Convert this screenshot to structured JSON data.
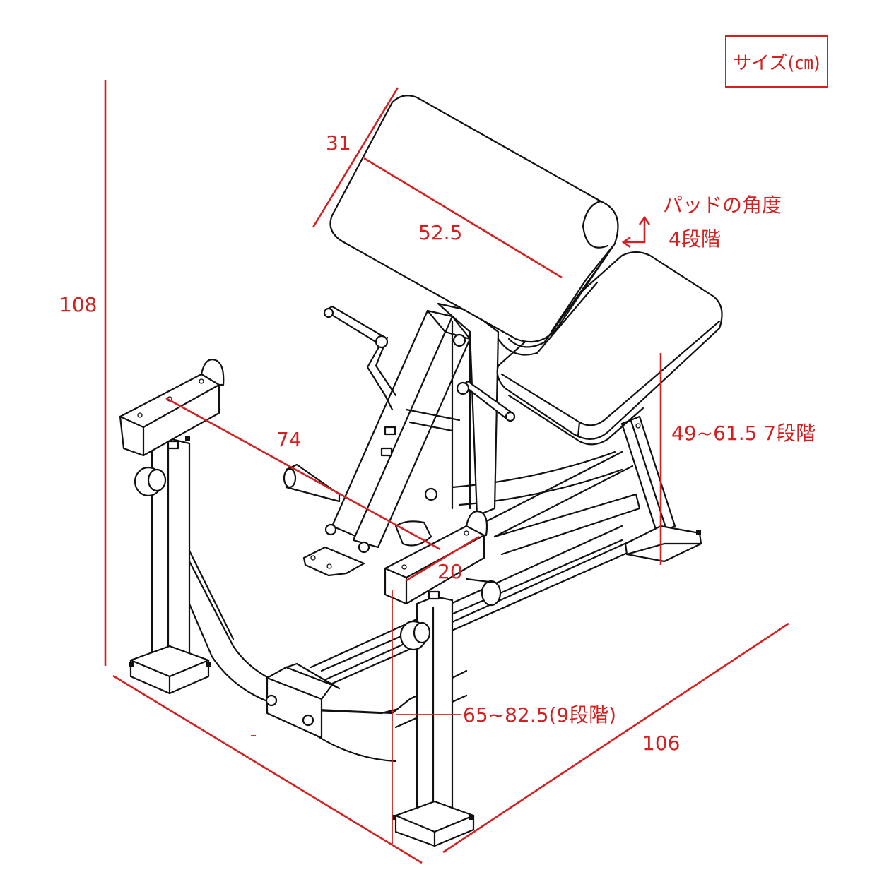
{
  "unit_label": "サイズ(㎝)",
  "dimensions": {
    "pad_width": "31",
    "pad_length": "52.5",
    "total_height": "108",
    "handle_spread": "74",
    "rest_width": "20",
    "seat_height": "49~61.5 7段階",
    "bar_holder_height": "65~82.5(9段階)",
    "depth": "106",
    "pad_angle_line1": "パッドの角度",
    "pad_angle_line2": "4段階"
  },
  "colors": {
    "annotation": "#d42020",
    "line_art": "#111111"
  }
}
